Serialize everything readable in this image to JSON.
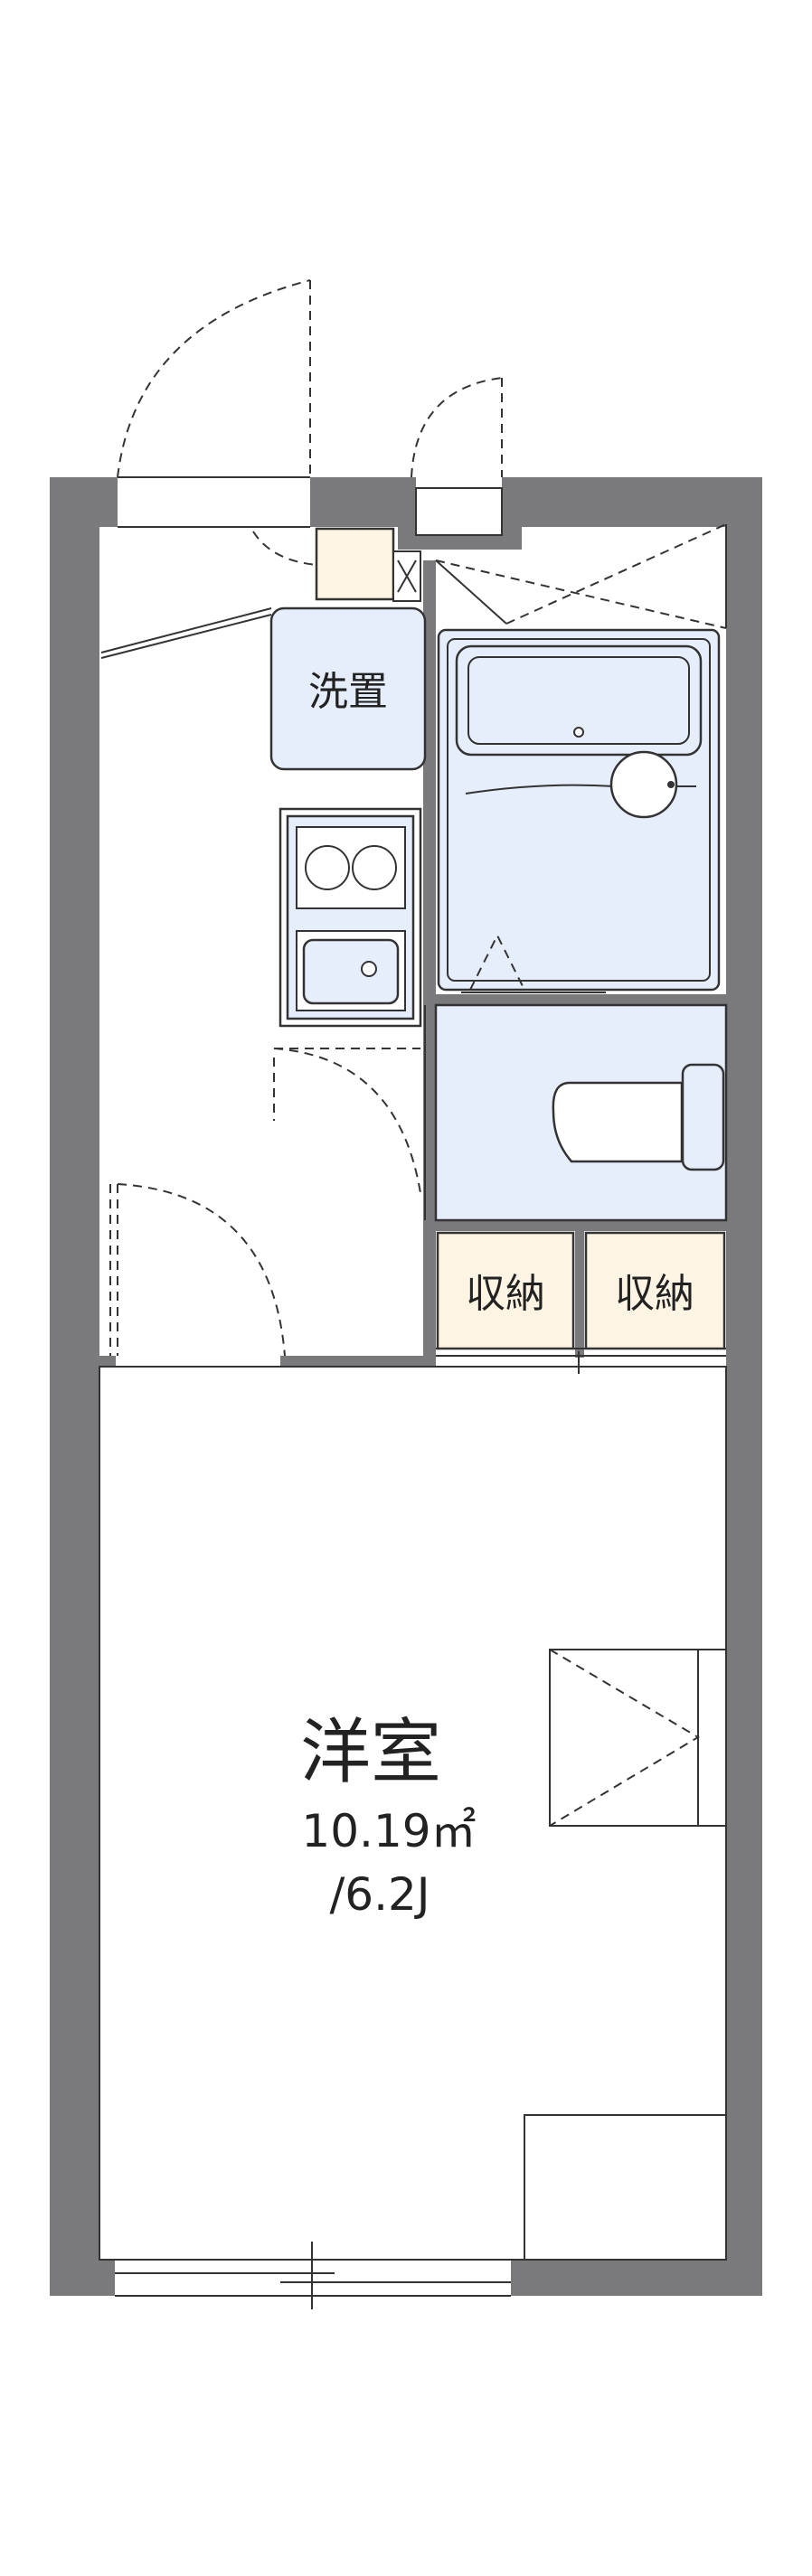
{
  "colors": {
    "wall": "#7a7a7c",
    "fixture_fill": "#e6eefc",
    "storage_fill": "#fdf4e3",
    "line": "#333333",
    "background": "#ffffff"
  },
  "labels": {
    "washer": "洗置",
    "storage_1": "収納",
    "storage_2": "収納",
    "main_room": "洋室",
    "area_m2": "10.19㎡",
    "area_jou": "/6.2J"
  },
  "icons": {
    "door_swing": "dashed-arc",
    "window": "sliding-window",
    "stove": "two-burner-stove",
    "sink": "kitchen-sink",
    "bathtub": "bathtub",
    "toilet": "toilet"
  }
}
